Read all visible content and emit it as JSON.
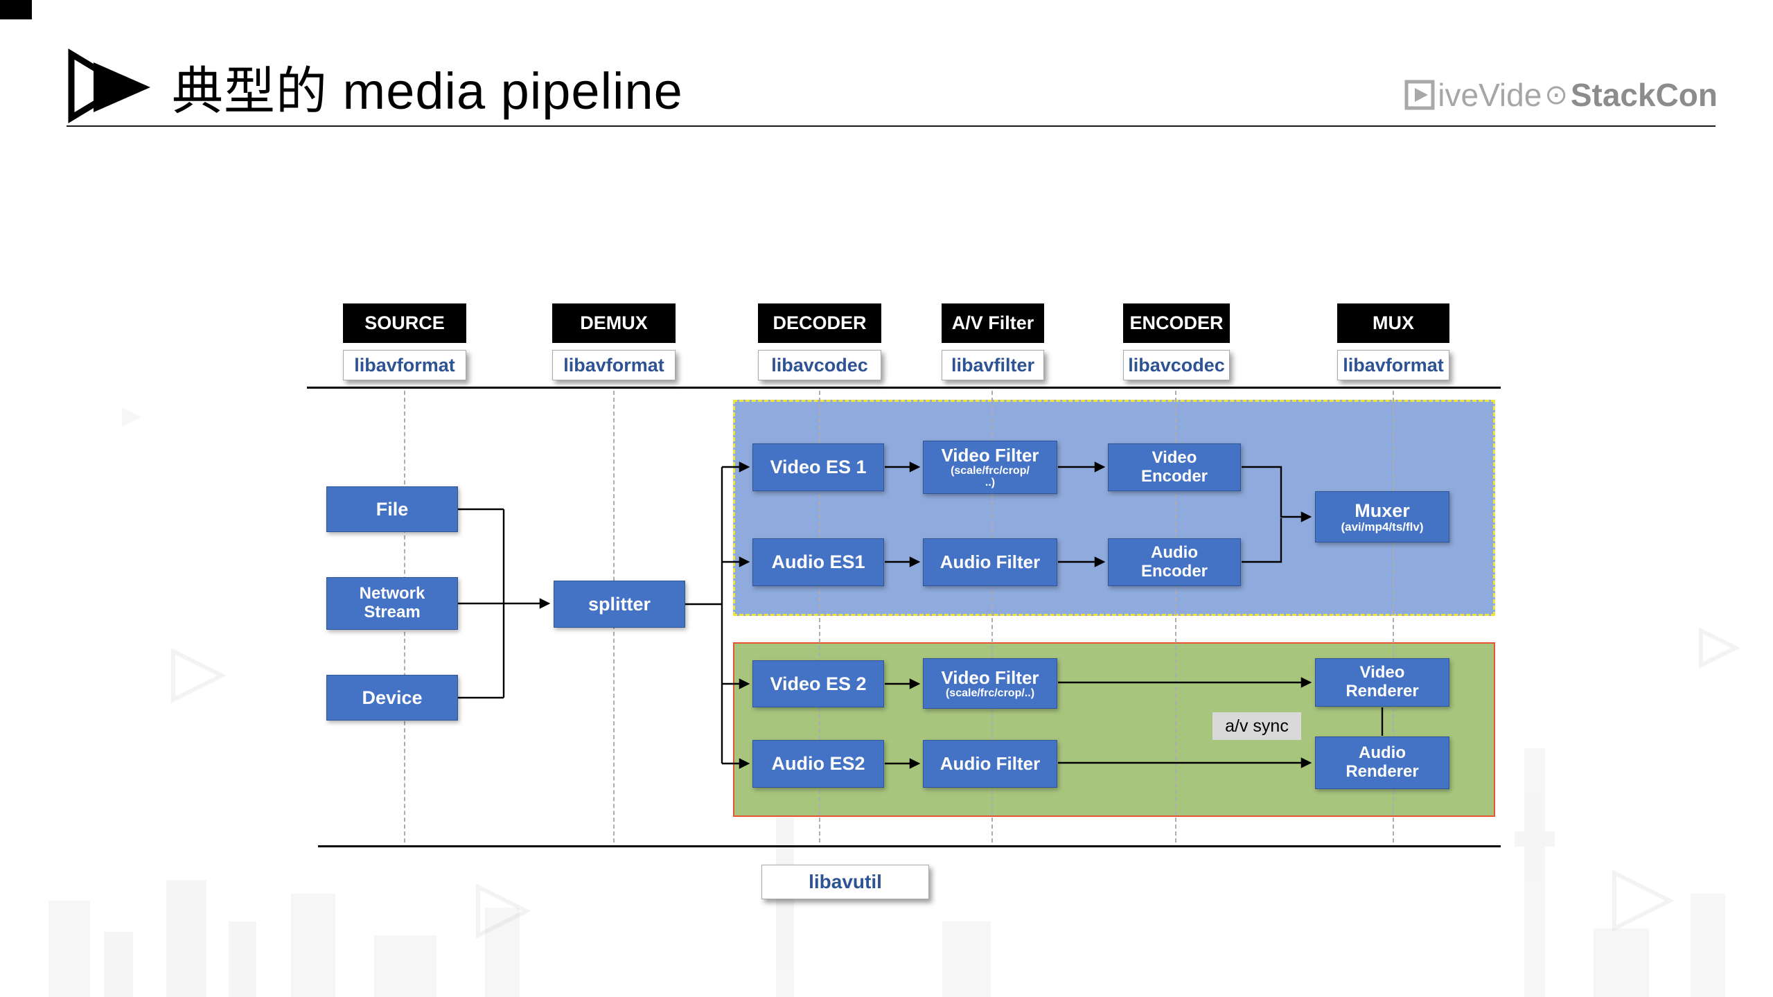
{
  "colors": {
    "node_blue": "#4472C4",
    "region_blue": "#8FAADC",
    "region_green": "#A8C57E",
    "region_blue_border": "#F2E33C",
    "region_green_border": "#E8542F",
    "library_text_blue": "#2E5395"
  },
  "header": {
    "title": "典型的 media pipeline",
    "logo": {
      "text1": "iveVide",
      "dot": "⊙",
      "text2": "StackCon"
    }
  },
  "columns": [
    {
      "header": "SOURCE",
      "lib": "libavformat"
    },
    {
      "header": "DEMUX",
      "lib": "libavformat"
    },
    {
      "header": "DECODER",
      "lib": "libavcodec"
    },
    {
      "header": "A/V Filter",
      "lib": "libavfilter"
    },
    {
      "header": "ENCODER",
      "lib": "libavcodec"
    },
    {
      "header": "MUX",
      "lib": "libavformat"
    }
  ],
  "sources": {
    "file": "File",
    "network_stream": "Network Stream",
    "device": "Device",
    "splitter": "splitter"
  },
  "encode_path": {
    "video_es": "Video ES 1",
    "video_filter": "Video Filter",
    "video_filter_sub1": "(scale/frc/crop/",
    "video_filter_sub2": "..)",
    "video_encoder": "Video Encoder",
    "audio_es": "Audio ES1",
    "audio_filter": "Audio Filter",
    "audio_encoder": "Audio Encoder",
    "muxer": "Muxer",
    "muxer_sub": "(avi/mp4/ts/flv)"
  },
  "render_path": {
    "video_es": "Video ES 2",
    "video_filter": "Video Filter",
    "video_filter_sub": "(scale/frc/crop/..)",
    "video_renderer": "Video Renderer",
    "audio_es": "Audio ES2",
    "audio_filter": "Audio Filter",
    "audio_renderer": "Audio Renderer",
    "av_sync": "a/v sync"
  },
  "footer": {
    "libavutil": "libavutil"
  }
}
